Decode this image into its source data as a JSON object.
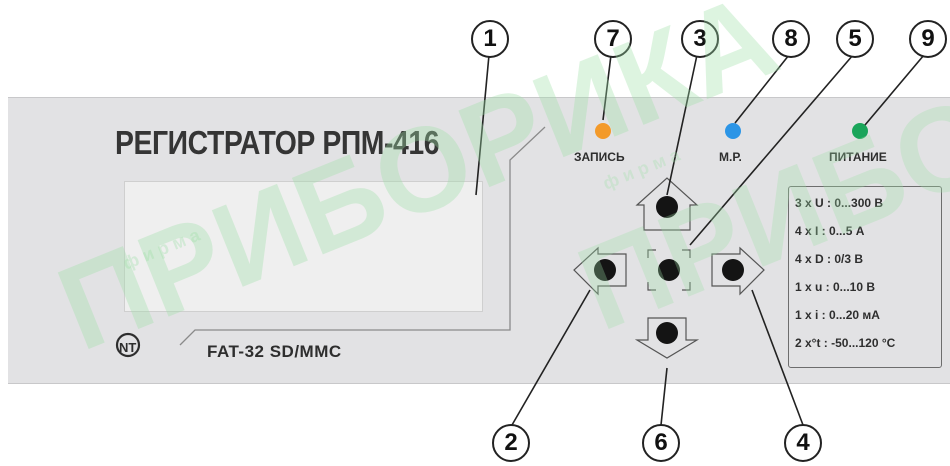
{
  "device": {
    "title": "РЕГИСТРАТОР РПМ-416",
    "storage_label": "FAT-32  SD/MMC"
  },
  "indicators": [
    {
      "label": "ЗАПИСЬ",
      "color": "#f39a2a"
    },
    {
      "label": "М.Р.",
      "color": "#2c95e6"
    },
    {
      "label": "ПИТАНИЕ",
      "color": "#1aa55a"
    }
  ],
  "specs": [
    "3 x U : 0...300 В",
    "4 x I  : 0...5 А",
    "4 x D : 0/3 В",
    "1 x u : 0...10 В",
    "1 x i : 0...20 мА",
    "2 x°t : -50...120 °C"
  ],
  "callouts": [
    "1",
    "2",
    "3",
    "4",
    "5",
    "6",
    "7",
    "8",
    "9"
  ],
  "watermark": {
    "word": "ПРИБОРИКА",
    "subword": "ф и р м а"
  },
  "colors": {
    "panel": "#e2e2e4",
    "button": "#141414",
    "watermark": "#9fe0a8"
  }
}
